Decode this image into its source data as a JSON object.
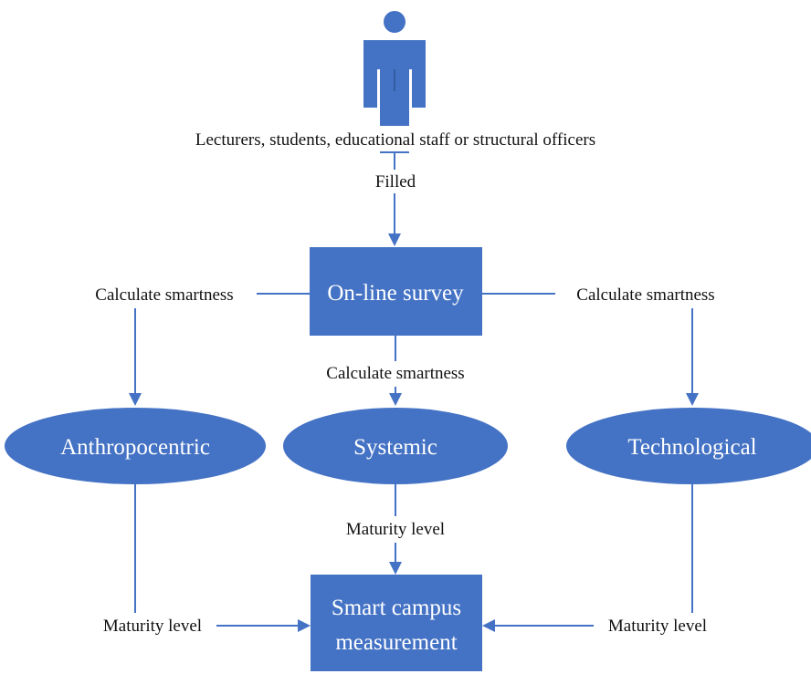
{
  "actor": {
    "label": "Lecturers, students, educational staff or structural officers",
    "icon": "person-icon"
  },
  "edges": {
    "filled": "Filled",
    "calc_left": "Calculate smartness",
    "calc_center": "Calculate smartness",
    "calc_right": "Calculate smartness",
    "maturity_left": "Maturity level",
    "maturity_center": "Maturity level",
    "maturity_right": "Maturity level"
  },
  "nodes": {
    "survey": "On-line survey",
    "anthropocentric": "Anthropocentric",
    "systemic": "Systemic",
    "technological": "Technological",
    "measurement_line1": "Smart campus",
    "measurement_line2": "measurement"
  },
  "colors": {
    "node_fill": "#4472c4",
    "node_text": "#ffffff",
    "label_text": "#111111"
  }
}
